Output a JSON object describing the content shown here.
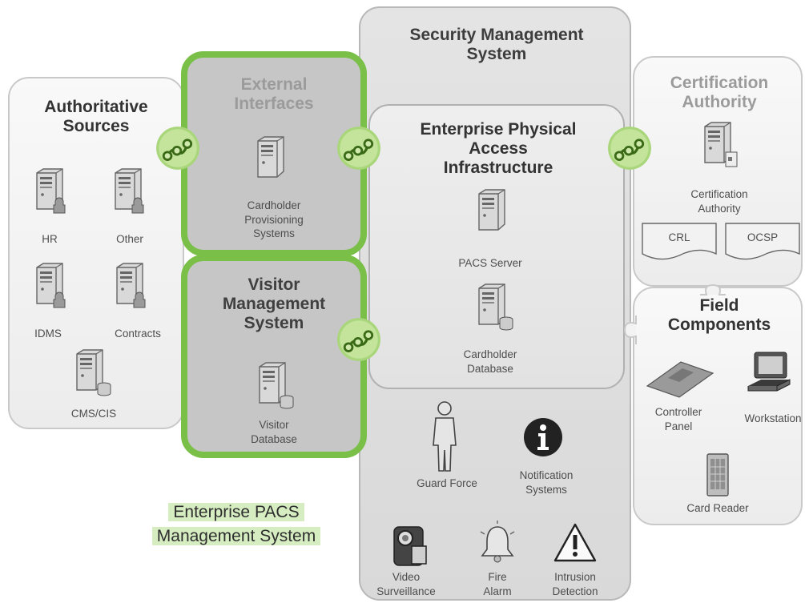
{
  "authoritative": {
    "title": "Authoritative Sources",
    "items": [
      "HR",
      "Other",
      "IDMS",
      "Contracts",
      "CMS/CIS"
    ]
  },
  "external": {
    "title": "External Interfaces",
    "item": "Cardholder Provisioning Systems"
  },
  "visitor": {
    "title": "Visitor Management System",
    "item": "Visitor Database"
  },
  "enterprise_label": "Enterprise PACS Management System",
  "sms": {
    "title": "Security Management System",
    "epai": {
      "title": "Enterprise Physical Access Infrastructure",
      "pacs_server": "PACS Server",
      "cardholder_db": "Cardholder Database"
    },
    "guard_force": "Guard Force",
    "notification": "Notification Systems",
    "video": "Video Surveillance",
    "fire": "Fire Alarm",
    "intrusion": "Intrusion Detection"
  },
  "certification": {
    "title": "Certification Authority",
    "item": "Certification Authority",
    "crl": "CRL",
    "ocsp": "OCSP"
  },
  "field": {
    "title": "Field Components",
    "controller": "Controller Panel",
    "workstation": "Workstation",
    "card_reader": "Card Reader"
  },
  "colors": {
    "accent_green": "#79bf48",
    "highlight": "#d6edc2",
    "panel_gray": "#e6e6e6"
  }
}
